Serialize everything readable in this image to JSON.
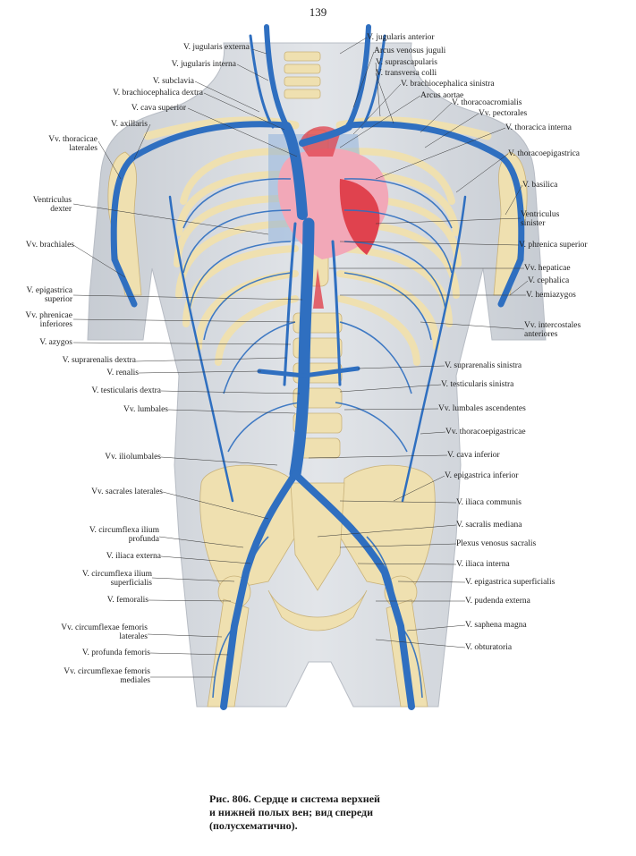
{
  "page_number": "139",
  "caption": {
    "line1": "Рис. 806. Сердце и система верхней",
    "line2": "и нижней полых вен; вид спереди",
    "line3": "(полусхематично)."
  },
  "colors": {
    "vein": "#2f6fc0",
    "bone": "#efe0b0",
    "heart_red": "#e0424e",
    "heart_pink": "#f2a8b8",
    "skin": "#d4d8de"
  },
  "labels_left": [
    {
      "text": "V. jugularis externa"
    },
    {
      "text": "V. jugularis interna"
    },
    {
      "text": "V. subclavia"
    },
    {
      "text": "V. brachiocephalica dextra"
    },
    {
      "text": "V. cava superior"
    },
    {
      "text": "V. axillaris"
    },
    {
      "text": "Vv. thoracicae\nlaterales"
    },
    {
      "text": "Ventriculus\ndexter"
    },
    {
      "text": "Vv. brachiales"
    },
    {
      "text": "V. epigastrica\nsuperior"
    },
    {
      "text": "Vv. phrenicae\ninferiores"
    },
    {
      "text": "V. azygos"
    },
    {
      "text": "V. suprarenalis dextra"
    },
    {
      "text": "V. renalis"
    },
    {
      "text": "V. testicularis dextra"
    },
    {
      "text": "Vv. lumbales"
    },
    {
      "text": "Vv. iliolumbales"
    },
    {
      "text": "Vv. sacrales laterales"
    },
    {
      "text": "V. circumflexa ilium\nprofunda"
    },
    {
      "text": "V. iliaca externa"
    },
    {
      "text": "V. circumflexa ilium\nsuperficialis"
    },
    {
      "text": "V. femoralis"
    },
    {
      "text": "Vv. circumflexae femoris\nlaterales"
    },
    {
      "text": "V. profunda femoris"
    },
    {
      "text": "Vv. circumflexae femoris\nmediales"
    }
  ],
  "labels_right": [
    {
      "text": "V. jugularis anterior"
    },
    {
      "text": "Arcus venosus juguli"
    },
    {
      "text": "V. suprascapularis"
    },
    {
      "text": "V. transversa colli"
    },
    {
      "text": "V. brachiocephalica sinistra"
    },
    {
      "text": "Arcus aortae"
    },
    {
      "text": "V. thoracoacromialis"
    },
    {
      "text": "Vv. pectorales"
    },
    {
      "text": "V. thoracica interna"
    },
    {
      "text": "V. thoracoepigastrica"
    },
    {
      "text": "V. basilica"
    },
    {
      "text": "Ventriculus\nsinister"
    },
    {
      "text": "V. phrenica superior"
    },
    {
      "text": "Vv. hepaticae"
    },
    {
      "text": "V. cephalica"
    },
    {
      "text": "V. hemiazygos"
    },
    {
      "text": "Vv. intercostales\nanteriores"
    },
    {
      "text": "V. suprarenalis sinistra"
    },
    {
      "text": "V. testicularis sinistra"
    },
    {
      "text": "Vv. lumbales ascendentes"
    },
    {
      "text": "Vv. thoracoepigastricae"
    },
    {
      "text": "V. cava inferior"
    },
    {
      "text": "V. epigastrica inferior"
    },
    {
      "text": "V. iliaca communis"
    },
    {
      "text": "V. sacralis mediana"
    },
    {
      "text": "Plexus venosus sacralis"
    },
    {
      "text": "V. iliaca interna"
    },
    {
      "text": "V. epigastrica superficialis"
    },
    {
      "text": "V. pudenda externa"
    },
    {
      "text": "V. saphena magna"
    },
    {
      "text": "V. obturatoria"
    }
  ]
}
